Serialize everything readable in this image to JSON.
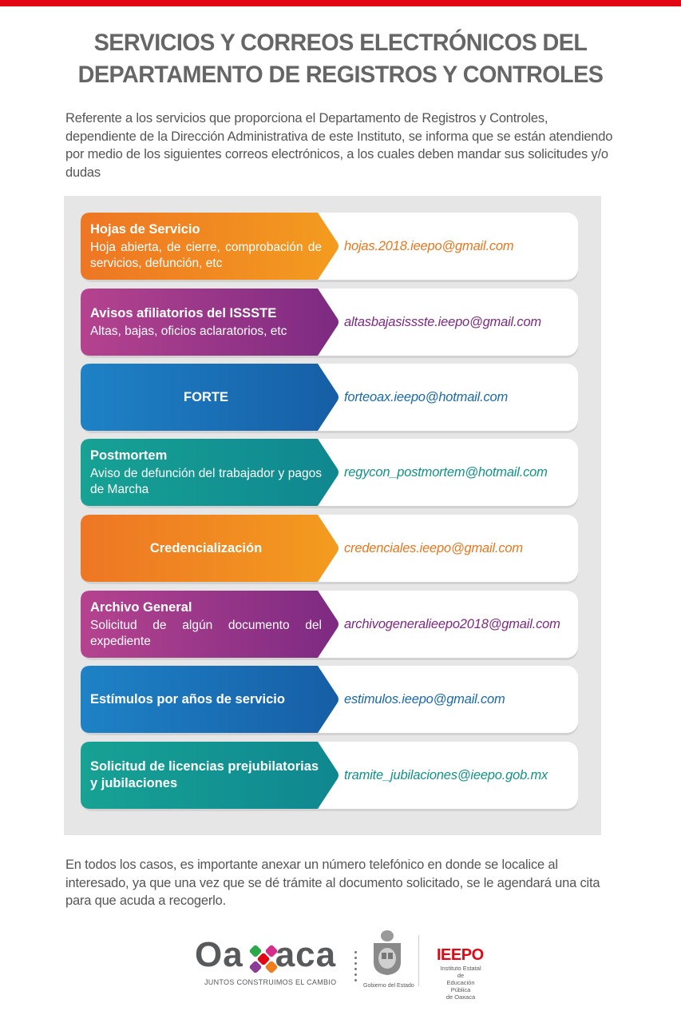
{
  "header": {
    "title_line1": "SERVICIOS Y CORREOS ELECTRÓNICOS DEL",
    "title_line2": "DEPARTAMENTO DE REGISTROS Y CONTROLES",
    "accent_color": "#e30613"
  },
  "intro": {
    "text": "Referente a los servicios que proporciona el Departamento de Registros y Controles, dependiente de la Dirección Administrativa de este Instituto, se informa que se están atendiendo por medio de los siguientes correos electrónicos, a los cuales deben mandar sus solicitudes y/o dudas"
  },
  "services": [
    {
      "title": "Hojas de Servicio",
      "description": "Hoja abierta, de cierre, comprobación de servicios, defunción, etc",
      "email": "hojas.2018.ieepo@gmail.com",
      "color_start": "#ee7624",
      "color_end": "#f39c1f",
      "email_color": "#e8771e"
    },
    {
      "title": "Avisos afiliatorios del ISSSTE",
      "description": "Altas, bajas, oficios aclaratorios, etc",
      "email": "altasbajasissste.ieepo@gmail.com",
      "color_start": "#b5438f",
      "color_end": "#7d2a82",
      "email_color": "#7d2a82"
    },
    {
      "title": "FORTE",
      "description": "",
      "email": "forteoax.ieepo@hotmail.com",
      "color_start": "#1f82c6",
      "color_end": "#165ea6",
      "email_color": "#1a6aa8"
    },
    {
      "title": "Postmortem",
      "description": "Aviso de defunción del trabajador y pagos de Marcha",
      "email": "regycon_postmortem@hotmail.com",
      "color_start": "#17a294",
      "color_end": "#0f8790",
      "email_color": "#129189"
    },
    {
      "title": "Credencialización",
      "description": "",
      "email": "credenciales.ieepo@gmail.com",
      "color_start": "#ee7624",
      "color_end": "#f39c1f",
      "email_color": "#e8771e"
    },
    {
      "title": "Archivo General",
      "description": "Solicitud de algún documento del expediente",
      "email": "archivogeneralieepo2018@gmail.com",
      "color_start": "#b5438f",
      "color_end": "#7d2a82",
      "email_color": "#7d2a82"
    },
    {
      "title": "Estímulos por años de servicio",
      "description": "",
      "email": "estimulos.ieepo@gmail.com",
      "color_start": "#1f82c6",
      "color_end": "#165ea6",
      "email_color": "#1a6aa8"
    },
    {
      "title": "Solicitud de licencias prejubilatorias y jubilaciones",
      "description": "",
      "email": "tramite_jubilaciones@ieepo.gob.mx",
      "color_start": "#17a294",
      "color_end": "#0f8790",
      "email_color": "#129189"
    }
  ],
  "footer": {
    "text": "En todos los casos, es importante anexar un número telefónico en donde se localice al interesado, ya que una vez que se dé trámite al documento solicitado, se le agendará una cita para que acuda a recogerlo."
  },
  "logos": {
    "oaxaca_word_left": "Oa",
    "oaxaca_word_right": "aca",
    "oaxaca_tagline": "JUNTOS CONSTRUIMOS EL CAMBIO",
    "gobierno_label": "Gobierno del Estado",
    "ieepo_name": "IEEPO",
    "ieepo_sub_1": "Instituto Estatal de",
    "ieepo_sub_2": "Educación Pública",
    "ieepo_sub_3": "de Oaxaca"
  }
}
